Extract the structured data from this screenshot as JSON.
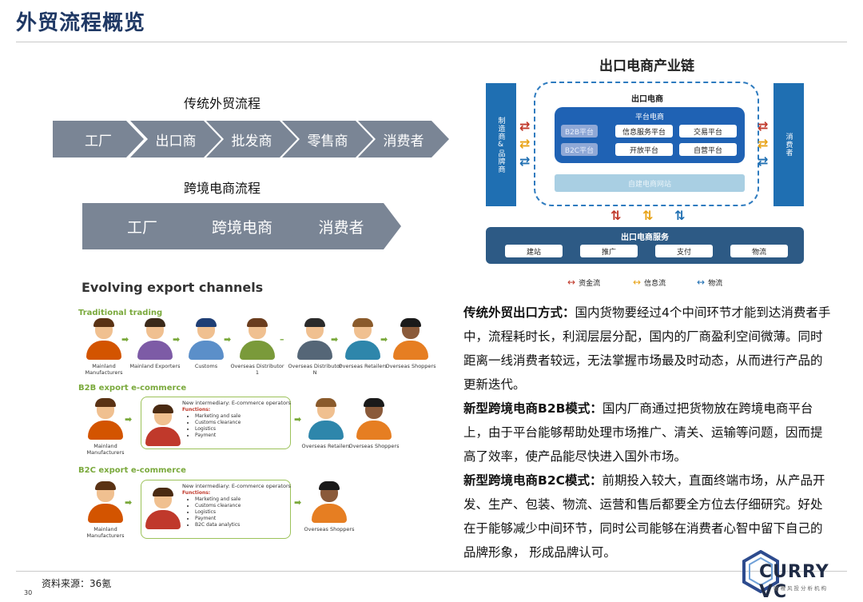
{
  "page": {
    "title": "外贸流程概览",
    "source": "资料来源：36氪",
    "page_number": "30"
  },
  "flows": {
    "traditional": {
      "title": "传统外贸流程",
      "steps": [
        "工厂",
        "出口商",
        "批发商",
        "零售商",
        "消费者"
      ]
    },
    "cross_border": {
      "title": "跨境电商流程",
      "steps": [
        "工厂",
        "跨境电商",
        "消费者"
      ]
    }
  },
  "chain": {
    "title": "出口电商产业链",
    "left_bar": "制造商&品牌商",
    "right_bar": "消费者",
    "ecom_label": "出口电商",
    "platform_label": "平台电商",
    "platforms": [
      "B2B平台",
      "B2C平台",
      "信息服务平台",
      "交易平台",
      "开放平台",
      "自营平台"
    ],
    "self_site": "自建电商网站",
    "service_label": "出口电商服务",
    "services": [
      "建站",
      "推广",
      "支付",
      "物流"
    ],
    "legend": [
      {
        "label": "资金流",
        "color": "#c0392b"
      },
      {
        "label": "信息流",
        "color": "#e8a317"
      },
      {
        "label": "物流",
        "color": "#1f6fb2"
      }
    ]
  },
  "text": {
    "p1_head": "传统外贸出口方式：",
    "p1_body": "国内货物要经过4个中间环节才能到达消费者手中，流程耗时长，利润层层分配，国内的厂商盈利空间微薄。同时距离一线消费者较远，无法掌握市场最及时动态，从而进行产品的更新迭代。",
    "p2_head": "新型跨境电商B2B模式：",
    "p2_body": "国内厂商通过把货物放在跨境电商平台上，由于平台能够帮助处理市场推广、清关、运输等问题，因而提高了效率，使产品能尽快进入国外市场。",
    "p3_head": "新型跨境电商B2C模式：",
    "p3_body": "前期投入较大，直面终端市场，从产品开发、生产、包装、物流、运营和售后都要全方位去仔细研究。好处在于能够减少中间环节，同时公司能够在消费者心智中留下自己的品牌形象， 形成品牌认可。"
  },
  "evolving": {
    "title": "Evolving export channels",
    "traditional": {
      "title": "Traditional trading",
      "people": [
        "Mainland Manufacturers",
        "Mainland Exporters",
        "Customs",
        "Overseas Distributor 1",
        "Overseas Distributor N",
        "Overseas Retailers",
        "Overseas Shoppers"
      ]
    },
    "b2b": {
      "title": "B2B export e-commerce",
      "left": "Mainland Manufacturers",
      "box_title": "New intermediary: E-commerce operators",
      "functions_label": "Functions:",
      "functions": [
        "Marketing and sale",
        "Customs clearance",
        "Logistics",
        "Payment"
      ],
      "right": [
        "Overseas Retailers",
        "Overseas Shoppers"
      ]
    },
    "b2c": {
      "title": "B2C export e-commerce",
      "left": "Mainland Manufacturers",
      "box_title": "New intermediary: E-commerce operators",
      "functions_label": "Functions:",
      "functions": [
        "Marketing and sale",
        "Customs clearance",
        "Logistics",
        "Payment",
        "B2C data analytics"
      ],
      "right": [
        "Overseas Shoppers"
      ]
    }
  },
  "logo": {
    "name": "CURRY VC",
    "sub": "咖喱风投分析机构"
  }
}
